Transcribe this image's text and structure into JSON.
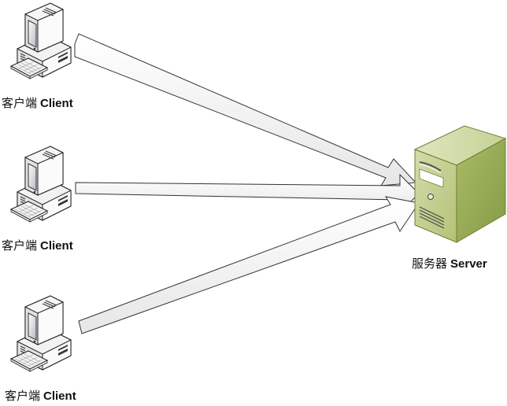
{
  "diagram": {
    "type": "client-server network",
    "clients": [
      {
        "label_cn": "客户端",
        "label_en": "Client"
      },
      {
        "label_cn": "客户端",
        "label_en": "Client"
      },
      {
        "label_cn": "客户端",
        "label_en": "Client"
      }
    ],
    "server": {
      "label_cn": "服务器",
      "label_en": "Server"
    },
    "connections": [
      {
        "from": "client-1",
        "to": "server",
        "direction": "to-server"
      },
      {
        "from": "client-2",
        "to": "server",
        "direction": "to-server"
      },
      {
        "from": "client-3",
        "to": "server",
        "direction": "to-server"
      }
    ],
    "colors": {
      "server_front": "#c5d19a",
      "server_side": "#93a851",
      "server_top": "#d9e2b4",
      "arrow_fill": "#ffffff",
      "arrow_stroke": "#3a3a3a",
      "computer_body": "#f4f4f4"
    }
  }
}
